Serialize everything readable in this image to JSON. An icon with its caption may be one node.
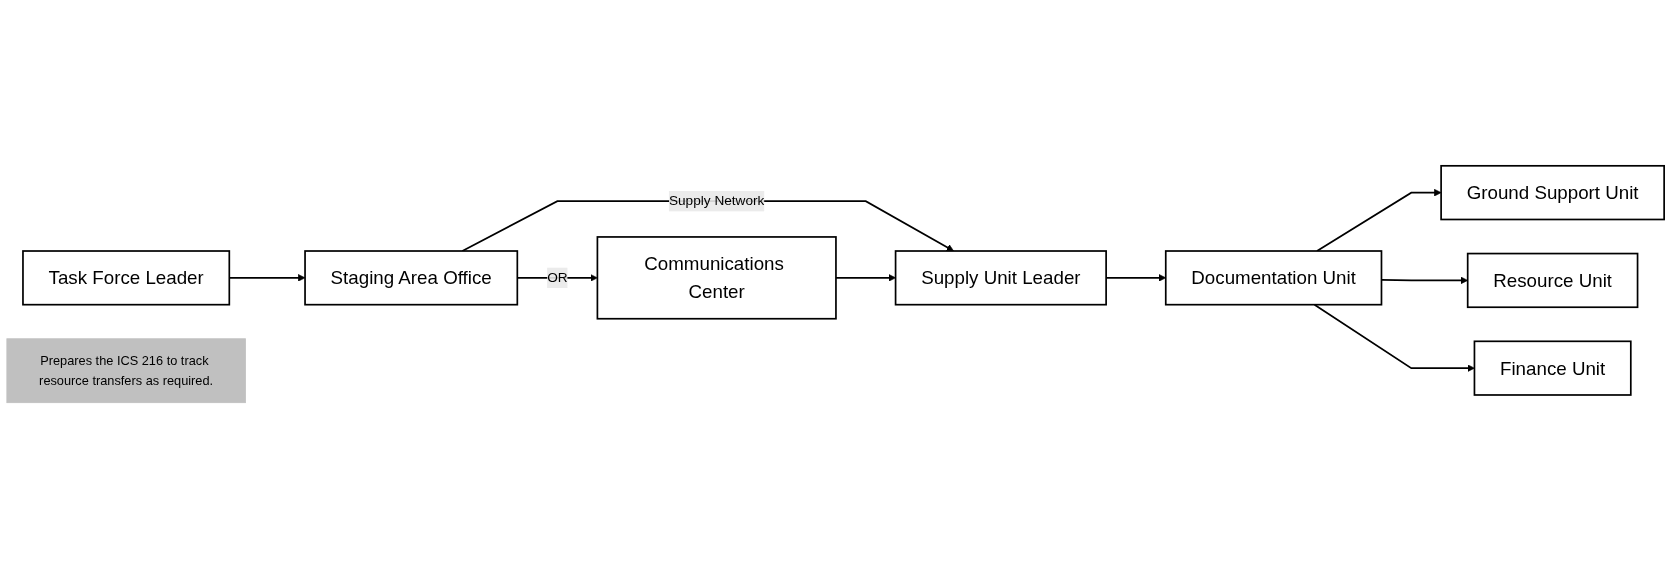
{
  "diagram": {
    "nodes": [
      {
        "text": [
          "Task Force Leader"
        ]
      },
      {
        "text": [
          "Staging Area Office"
        ]
      },
      {
        "text": [
          "Prepares the ICS 216 to track resource transfers as required."
        ]
      },
      {
        "text": [
          "Communications Center"
        ]
      },
      {
        "text": [
          "Supply Unit Leader"
        ]
      },
      {
        "text": [
          "Documentation Unit"
        ]
      },
      {
        "text": [
          "Ground Support Unit"
        ]
      },
      {
        "text": [
          "Resource Unit"
        ]
      },
      {
        "text": [
          "Finance Unit"
        ]
      }
    ],
    "edges": [
      {
        "from": 0,
        "to": 1,
        "arrow": "to"
      },
      {
        "from": 1,
        "to": 3,
        "arrow": "to",
        "label": "OR"
      },
      {
        "from": 1,
        "to": 4,
        "arrow": "to",
        "label": "Supply Network"
      },
      {
        "from": 3,
        "to": 4,
        "arrow": "to"
      },
      {
        "from": 4,
        "to": 5,
        "arrow": "to"
      },
      {
        "from": 5,
        "to": 6,
        "arrow": "to"
      },
      {
        "from": 5,
        "to": 7,
        "arrow": "to"
      },
      {
        "from": 5,
        "to": 8,
        "arrow": "to"
      }
    ]
  }
}
